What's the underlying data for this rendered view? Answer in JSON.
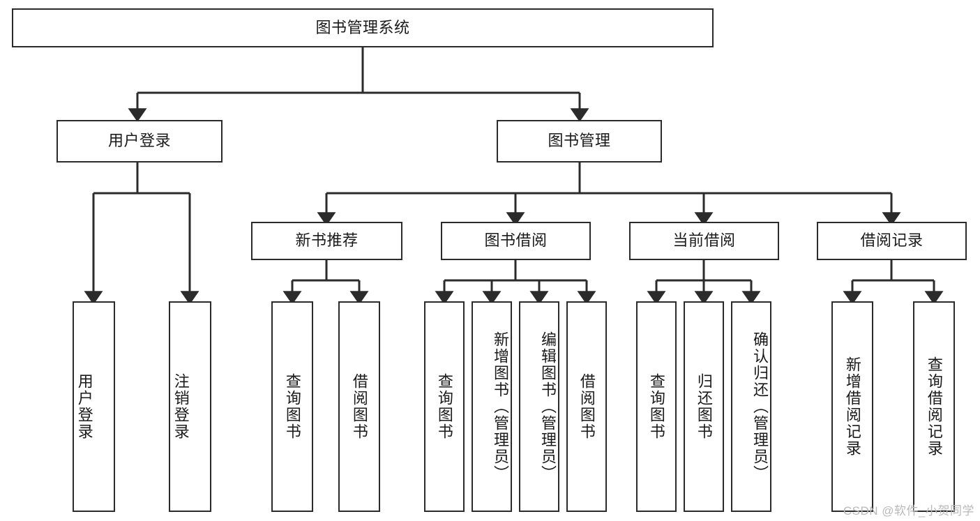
{
  "diagram": {
    "type": "tree",
    "title": "图书管理系统",
    "colors": {
      "box_border": "#2b2b2b",
      "box_fill": "#ffffff",
      "edge": "#2b2b2b",
      "text": "#1a1a1a",
      "watermark": "#b9b9b9"
    },
    "root": {
      "id": "root",
      "label": "图书管理系统"
    },
    "level2": [
      {
        "id": "user-login",
        "label": "用户登录"
      },
      {
        "id": "book-manage",
        "label": "图书管理"
      }
    ],
    "level3": [
      {
        "id": "new-book-rec",
        "label": "新书推荐",
        "parent": "book-manage"
      },
      {
        "id": "book-borrow",
        "label": "图书借阅",
        "parent": "book-manage"
      },
      {
        "id": "current-borrow",
        "label": "当前借阅",
        "parent": "book-manage"
      },
      {
        "id": "borrow-record",
        "label": "借阅记录",
        "parent": "book-manage"
      }
    ],
    "leaves": [
      {
        "id": "leaf-user-login",
        "label": "用户登录",
        "parent": "user-login"
      },
      {
        "id": "leaf-logout-login",
        "label": "注销登录",
        "parent": "user-login"
      },
      {
        "id": "leaf-query-book-1",
        "label": "查询图书",
        "parent": "new-book-rec"
      },
      {
        "id": "leaf-borrow-book-1",
        "label": "借阅图书",
        "parent": "new-book-rec"
      },
      {
        "id": "leaf-query-book-2",
        "label": "查询图书",
        "parent": "book-borrow"
      },
      {
        "id": "leaf-add-book",
        "label": "新增图书（管理员）",
        "parent": "book-borrow"
      },
      {
        "id": "leaf-edit-book",
        "label": "编辑图书（管理员）",
        "parent": "book-borrow"
      },
      {
        "id": "leaf-borrow-book-2",
        "label": "借阅图书",
        "parent": "book-borrow"
      },
      {
        "id": "leaf-query-book-3",
        "label": "查询图书",
        "parent": "current-borrow"
      },
      {
        "id": "leaf-return-book",
        "label": "归还图书",
        "parent": "current-borrow"
      },
      {
        "id": "leaf-confirm-return",
        "label": "确认归还（管理员）",
        "parent": "current-borrow"
      },
      {
        "id": "leaf-add-record",
        "label": "新增借阅记录",
        "parent": "borrow-record"
      },
      {
        "id": "leaf-query-record",
        "label": "查询借阅记录",
        "parent": "borrow-record"
      }
    ]
  },
  "watermark": {
    "text": "CSDN @软件_小贺同学"
  }
}
